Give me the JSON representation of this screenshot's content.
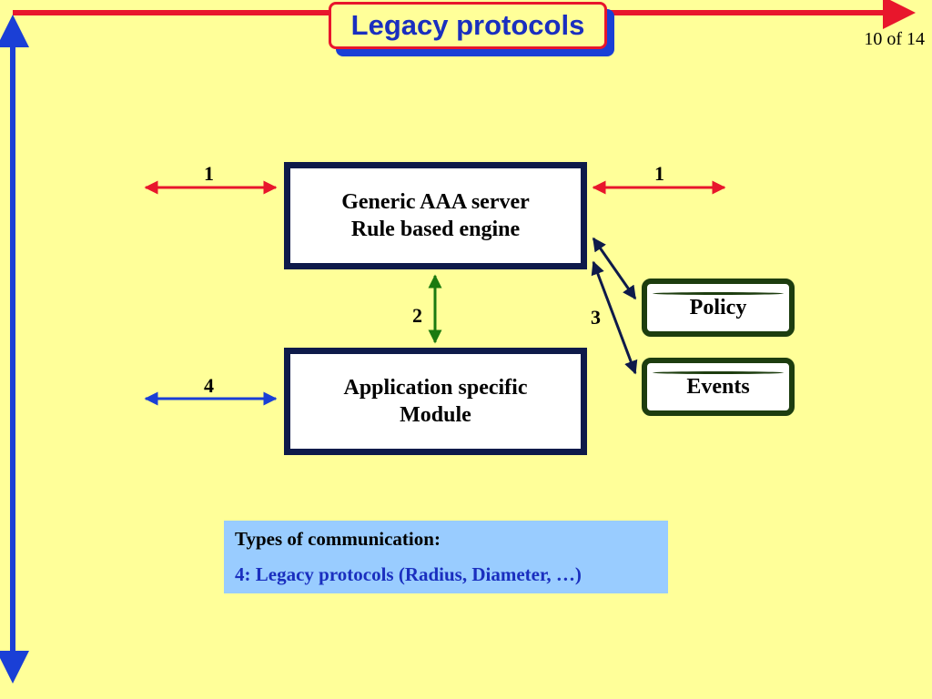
{
  "slide": {
    "title": "Legacy protocols",
    "page_number": "10 of 14"
  },
  "diagram": {
    "nodes": {
      "aaa_server": "Generic AAA server\nRule based engine",
      "app_module": "Application specific\nModule",
      "policy": "Policy",
      "events": "Events"
    },
    "edge_labels": {
      "left_top": "1",
      "right_top": "1",
      "server_module": "2",
      "server_stores": "3",
      "left_bottom": "4"
    }
  },
  "legend": {
    "heading": "Types of communication:",
    "line": "4: Legacy protocols (Radius, Diameter, …)"
  },
  "colors": {
    "background": "#ffff99",
    "frame_red": "#e8162c",
    "frame_blue": "#1a3fd6",
    "arrow_green": "#1b7a10",
    "arrow_navy": "#0e1a4a"
  }
}
